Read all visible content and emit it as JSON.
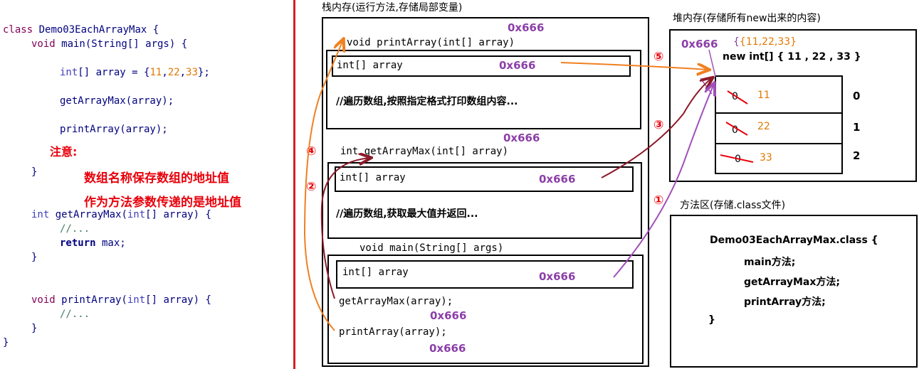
{
  "code": {
    "l1_kw": "class",
    "l1_rest": " Demo03EachArrayMax {",
    "l2_kw": "void",
    "l2_rest": " main(String[] args) {",
    "l3_ty": "int",
    "l3_rest": "[] array = {",
    "l3_n1": "11",
    "l3_c1": ",",
    "l3_n2": "22",
    "l3_c2": ",",
    "l3_n3": "33",
    "l3_end": "};",
    "l4": "getArrayMax(array);",
    "l5": "printArray(array);",
    "l6": "}",
    "l7_ty": "int",
    "l7_rest": " getArrayMax(",
    "l7_ty2": "int",
    "l7_rest2": "[] array) {",
    "l8": "//...",
    "l9_kw": "return",
    "l9_rest": " max;",
    "l10": "}",
    "l11_kw": "void",
    "l11_rest": " printArray(",
    "l11_ty": "int",
    "l11_rest2": "[] array) {",
    "l12": "//...",
    "l13": "}",
    "l14": "}"
  },
  "notes": {
    "title": "注意:",
    "line1": "数组名称保存数组的地址值",
    "line2": "作为方法参数传递的是地址值"
  },
  "stack": {
    "header": "栈内存(运行方法,存储局部变量)",
    "print_frame": {
      "addr": "0x666",
      "signature": "void printArray(int[] array)",
      "var": "int[] array",
      "var_addr": "0x666",
      "comment": "//遍历数组,按照指定格式打印数组内容..."
    },
    "max_frame": {
      "addr": "0x666",
      "signature": "int getArrayMax(int[] array)",
      "var": "int[] array",
      "var_addr": "0x666",
      "comment": "//遍历数组,获取最大值并返回..."
    },
    "main_frame": {
      "signature": "void main(String[] args)",
      "var": "int[] array",
      "var_addr": "0x666",
      "call1": "getArrayMax(array);",
      "call1_addr": "0x666",
      "call2": "printArray(array);",
      "call2_addr": "0x666"
    }
  },
  "heap": {
    "header": "堆内存(存储所有new出来的内容)",
    "addr": "0x666",
    "values_label": "{11,22,33}",
    "new_expr": "new int[] { 11 , 22 , 33 }",
    "cells": [
      {
        "old": "0",
        "value": "11",
        "index": "0"
      },
      {
        "old": "0",
        "value": "22",
        "index": "1"
      },
      {
        "old": "0",
        "value": "33",
        "index": "2"
      }
    ]
  },
  "method_area": {
    "header": "方法区(存储.class文件)",
    "class_line": "Demo03EachArrayMax.class {",
    "m1": "main方法;",
    "m2": "getArrayMax方法;",
    "m3": "printArray方法;",
    "end": "}"
  },
  "steps": {
    "s1": "①",
    "s2": "②",
    "s3": "③",
    "s4": "④",
    "s5": "⑤"
  },
  "colors": {
    "orange": "#F08020",
    "darkred": "#8B1A2A",
    "purple": "#A050B8",
    "red": "#E8000B"
  }
}
